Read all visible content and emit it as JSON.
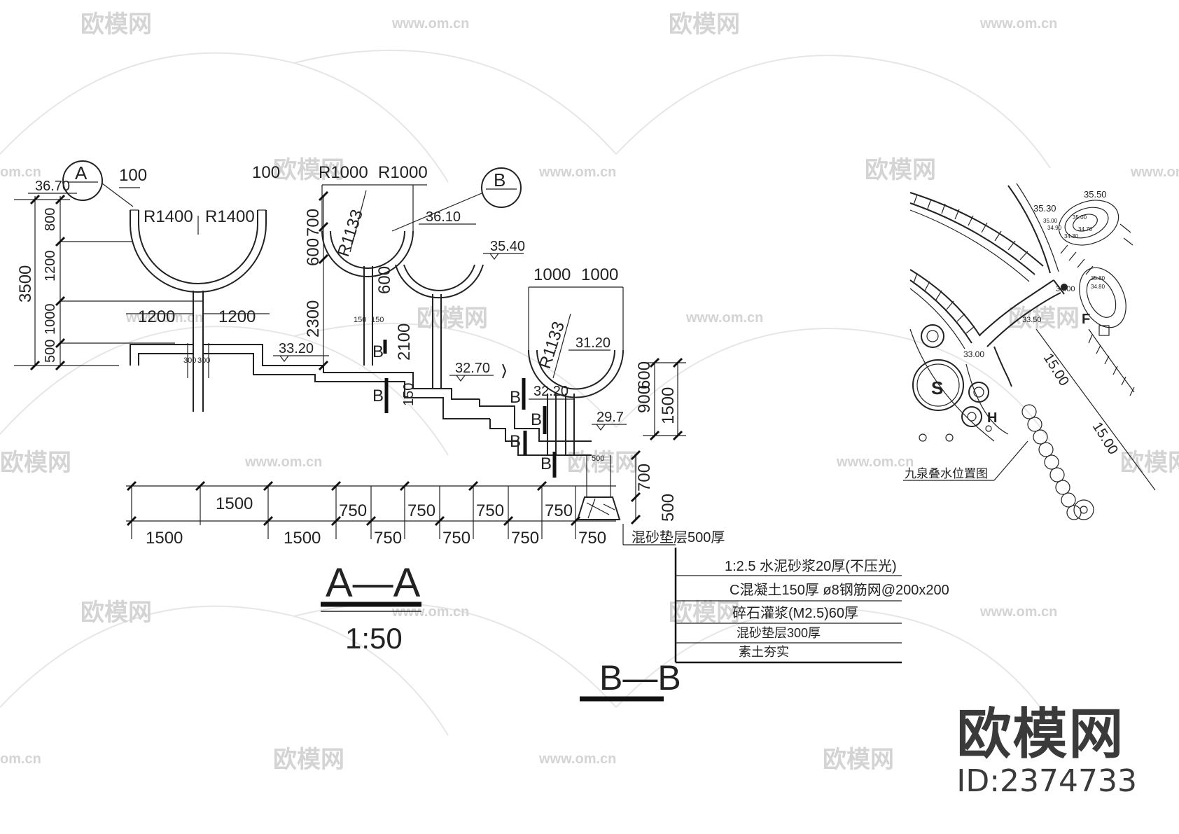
{
  "watermark": {
    "logo": "欧模网",
    "site": "www.om.cn",
    "site_short": "om.cn"
  },
  "section_aa": {
    "marker_a": "A",
    "marker_b": "B",
    "title": "A—A",
    "scale": "1:50",
    "dims_top": [
      "100",
      "100",
      "R1000",
      "R1000",
      "R1400",
      "R1400",
      "R1133",
      "R1133",
      "1000",
      "1000"
    ],
    "dims_vertical": [
      "3500",
      "800",
      "1200",
      "1000",
      "500",
      "700",
      "600",
      "2300",
      "600",
      "2100",
      "150",
      "900",
      "600",
      "1500",
      "700",
      "500"
    ],
    "dims_inner": [
      "1200",
      "1200",
      "300",
      "300",
      "150",
      "150"
    ],
    "elevations": [
      "36.70",
      "36.10",
      "35.40",
      "33.20",
      "32.70",
      "32.20",
      "31.20",
      "29.7"
    ],
    "section_tags": [
      "B",
      "B",
      "B",
      "B",
      "B",
      "B"
    ],
    "dims_bottom_upper": [
      "1500",
      "750",
      "750",
      "750",
      "750"
    ],
    "dims_bottom_lower": [
      "1500",
      "1500",
      "750",
      "750",
      "750",
      "750"
    ],
    "small_dim": "500"
  },
  "section_bb": {
    "title": "B—B",
    "callout": "混砂垫层500厚",
    "layers": [
      "1:2.5 水泥砂浆20厚(不压光)",
      "C混凝土150厚 ø8钢筋网@200x200",
      "碎石灌浆(M2.5)60厚",
      "混砂垫层300厚",
      "素土夯实"
    ]
  },
  "site_plan": {
    "label": "九泉叠水位置图",
    "elevations": [
      "35.50",
      "35.30",
      "33.00",
      "33.00",
      "33.50"
    ],
    "contour_small": [
      "35.00",
      "34.90",
      "35.00",
      "34.70",
      "34.30",
      "35.80",
      "34.80"
    ],
    "letters": [
      "S",
      "H",
      "F"
    ],
    "dims": [
      "15.00",
      "15.00"
    ]
  },
  "brand": {
    "name": "欧模网",
    "id": "ID:2374733"
  }
}
